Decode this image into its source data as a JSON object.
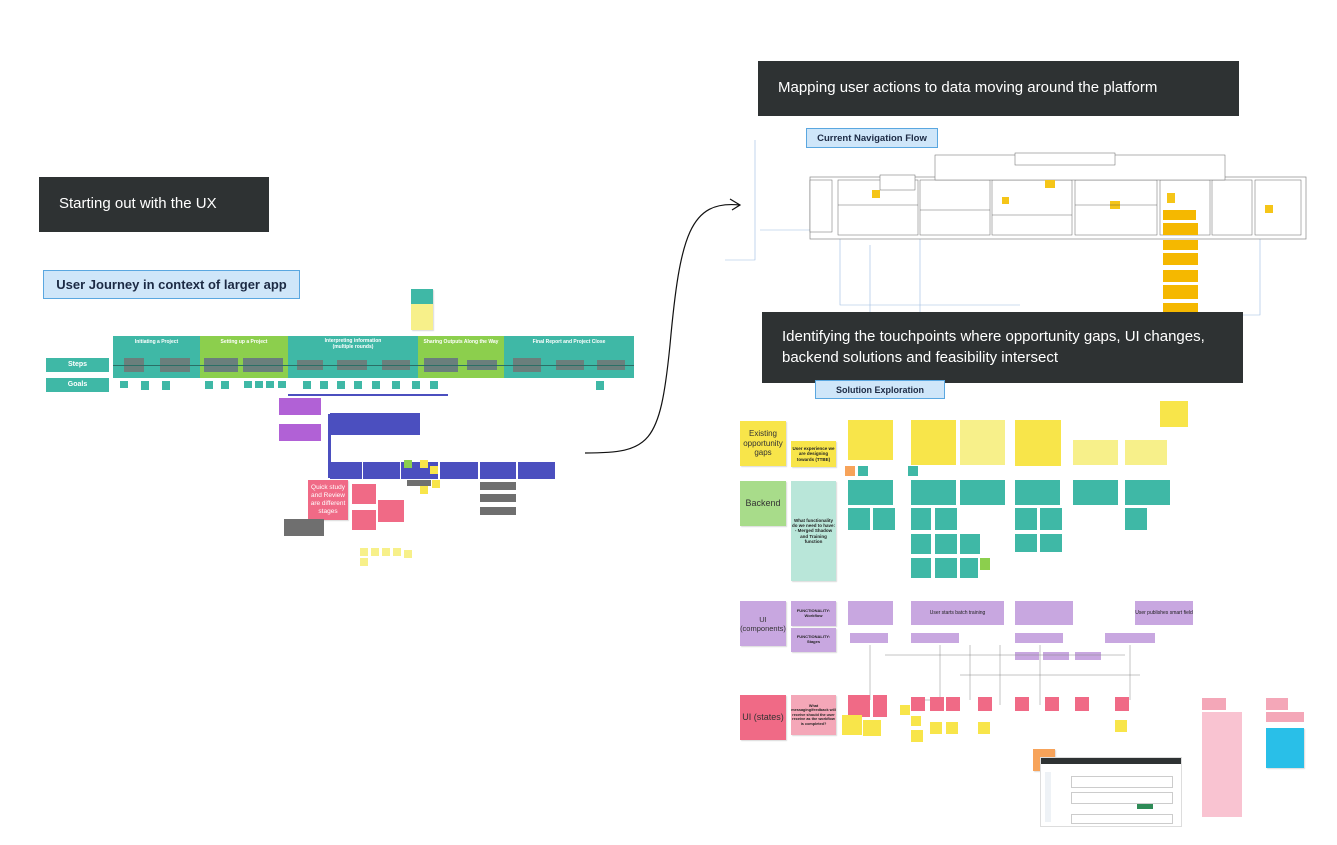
{
  "banners": {
    "ux": "Starting out with the UX",
    "mapping": "Mapping user actions to data moving around the platform",
    "touchpoints": "Identifying the touchpoints where opportunity gaps, UI changes, backend solutions and feasibility intersect"
  },
  "labels": {
    "user_journey": "User Journey in context of larger app",
    "current_nav": "Current Navigation Flow",
    "solution_exploration": "Solution Exploration"
  },
  "journey": {
    "stages": [
      "Initiating a Project",
      "Setting up a Project",
      "Interpreting information\n(multiple rounds)",
      "Sharing Outputs Along the Way",
      "Final Report and Project Close"
    ],
    "steps_label": "Steps",
    "goals_label": "Goals",
    "quick_study_note": "Quick study and Review are different stages"
  },
  "solution": {
    "rows": {
      "gaps": "Existing opportunity gaps",
      "backend": "Backend",
      "ui_components": "UI (components)",
      "ui_states": "UI (states)"
    },
    "row_notes": {
      "ux_designing": "User experience we are designing towards (TTBE)",
      "functionality": "What functionality do we need to have: - Merged Shadow and Training function",
      "func_workflow": "FUNCTIONALITY: Workflow",
      "func_stages": "FUNCTIONALITY: Stages",
      "messaging": "What messaging/feedback will receive should the user receive as the workflow is completed?"
    },
    "workflow_bar": {
      "user_starts": "User starts batch training",
      "user_publishes": "User publishes smart field"
    }
  },
  "colors": {
    "teal": "#3fb8a6",
    "green": "#8ccf4d",
    "indigo": "#4b4fbf",
    "purple": "#b161d6",
    "pink": "#f06a86",
    "yellow": "#f8e54a",
    "lavender": "#c8a7e0",
    "dark": "#2e3233"
  }
}
